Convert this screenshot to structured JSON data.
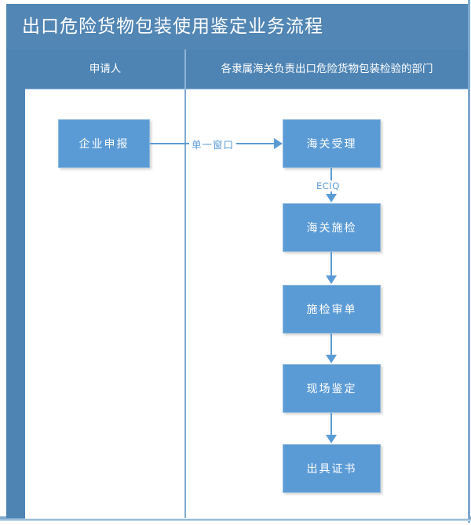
{
  "title": "出口危险货物包装使用鉴定业务流程",
  "columns": [
    {
      "id": "applicant",
      "label": "申请人"
    },
    {
      "id": "customs-dept",
      "label": "各隶属海关负责出口危险货物包装检验的部门"
    }
  ],
  "nodes": [
    {
      "id": "enterprise-declaration",
      "label": "企业申报",
      "column": "applicant"
    },
    {
      "id": "customs-acceptance",
      "label": "海关受理",
      "column": "customs-dept"
    },
    {
      "id": "customs-inspection",
      "label": "海关施检",
      "column": "customs-dept"
    },
    {
      "id": "inspection-doc-review",
      "label": "施检审单",
      "column": "customs-dept"
    },
    {
      "id": "onsite-appraisal",
      "label": "现场鉴定",
      "column": "customs-dept"
    },
    {
      "id": "issue-certificate",
      "label": "出具证书",
      "column": "customs-dept"
    }
  ],
  "edges": [
    {
      "id": "e1",
      "from": "enterprise-declaration",
      "to": "customs-acceptance",
      "label": "单一窗口",
      "direction": "right"
    },
    {
      "id": "e2",
      "from": "customs-acceptance",
      "to": "customs-inspection",
      "label": "ECIQ",
      "direction": "down"
    },
    {
      "id": "e3",
      "from": "customs-inspection",
      "to": "inspection-doc-review",
      "label": "",
      "direction": "down"
    },
    {
      "id": "e4",
      "from": "inspection-doc-review",
      "to": "onsite-appraisal",
      "label": "",
      "direction": "down"
    },
    {
      "id": "e5",
      "from": "onsite-appraisal",
      "to": "issue-certificate",
      "label": "",
      "direction": "down"
    }
  ],
  "colors": {
    "header_blue": "#4E84B4",
    "title_blue": "#5286B4",
    "box_blue": "#5B9BD5",
    "line_blue": "#5B9BD5",
    "frame_blue": "#7FA9CE",
    "text_white": "#FFFFFF"
  }
}
